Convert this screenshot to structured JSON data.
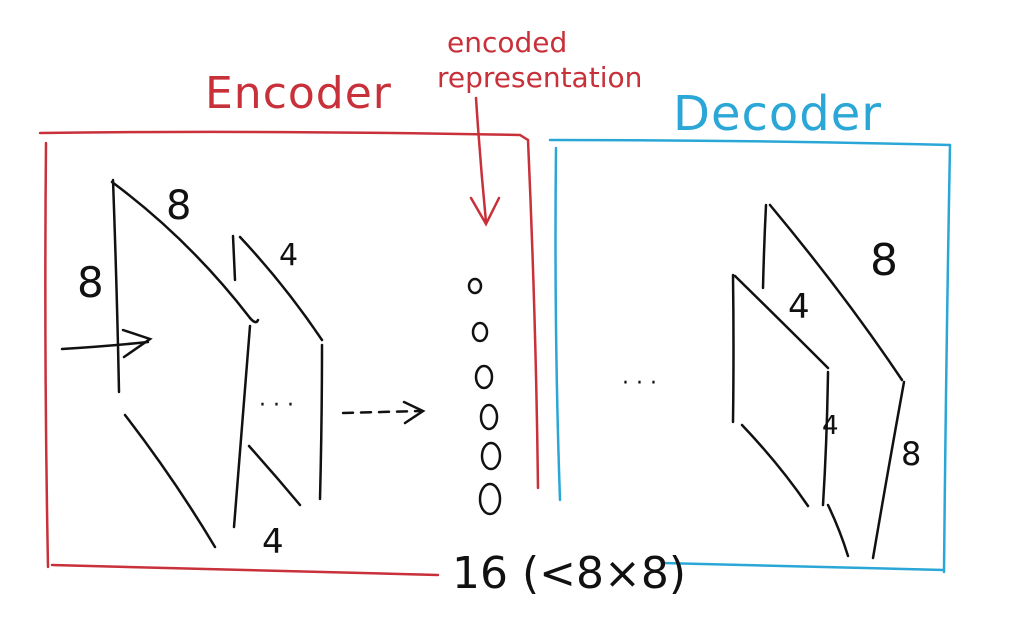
{
  "labels": {
    "encoder": "Encoder",
    "decoder": "Decoder",
    "encoded_line1": "encoded",
    "encoded_line2": "representation",
    "code_size": "16 (<8×8)"
  },
  "encoder_dims": {
    "input_height": "8",
    "input_width": "8",
    "layer2_top": "4",
    "layer2_bottom": "4"
  },
  "decoder_dims": {
    "layer1_top": "4",
    "layer1_side": "4",
    "output_top": "8",
    "output_side": "8"
  },
  "colors": {
    "encoder": "#c8303a",
    "decoder": "#2aa7d6",
    "ink": "#111111"
  },
  "code_units": 6
}
